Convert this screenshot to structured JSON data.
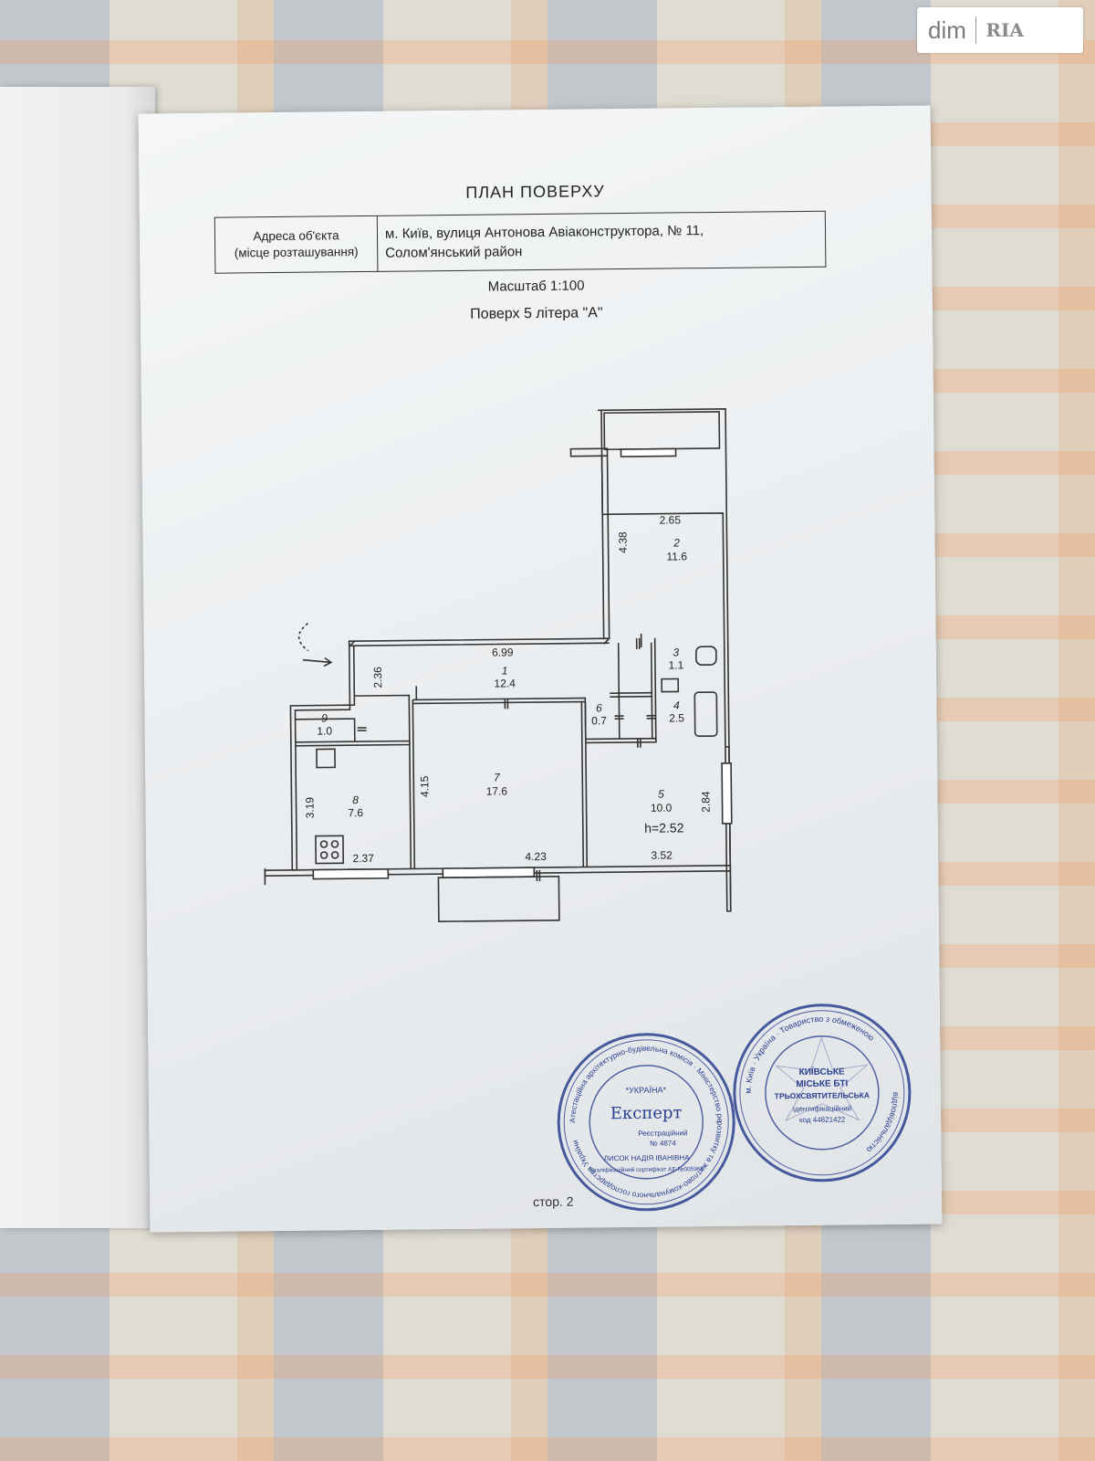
{
  "document": {
    "title": "ПЛАН  ПОВЕРХУ",
    "address_label_line1": "Адреса об'єкта",
    "address_label_line2": "(місце розташування)",
    "address_value_line1": "м. Київ, вулиця Антонова Авіаконструктора, № 11,",
    "address_value_line2": "Солом'янський район",
    "scale": "Масштаб 1:100",
    "floor": "Поверх 5 літера \"А\"",
    "page_number": "стор. 2"
  },
  "plan": {
    "rooms": [
      {
        "number": "1",
        "area": "12.4"
      },
      {
        "number": "2",
        "area": "11.6"
      },
      {
        "number": "3",
        "area": "1.1"
      },
      {
        "number": "4",
        "area": "2.5"
      },
      {
        "number": "5",
        "area": "10.0"
      },
      {
        "number": "6",
        "area": "0.7"
      },
      {
        "number": "7",
        "area": "17.6"
      },
      {
        "number": "8",
        "area": "7.6"
      },
      {
        "number": "9",
        "area": "1.0"
      }
    ],
    "dimensions": {
      "d265": "2.65",
      "d438": "4.38",
      "d699": "6.99",
      "d236": "2.36",
      "d415": "4.15",
      "d319": "3.19",
      "d237": "2.37",
      "d423": "4.23",
      "d352": "3.52",
      "d284": "2.84"
    },
    "ceiling_height": "h=2.52"
  },
  "stamps": {
    "expert": {
      "top_arc": "Атестаційна архітектурно-будівельна комісія · Міністерство регіонального",
      "bottom_arc": "розвитку та житлово-комунального господарства України",
      "country": "*УКРАЇНА*",
      "title": "Експерт",
      "reg_line1": "Реєстраційний",
      "reg_line2": "№ 4874",
      "name": "ЛИСОК НАДІЯ ІВАНІВНА",
      "cert": "Кваліфікаційний сертифікат АЕ №005960"
    },
    "bti": {
      "top_arc": "м. Київ · Україна · Товариство з обмеженою",
      "bottom_arc": "відповідальністю",
      "line1": "КИЇВСЬКЕ",
      "line2": "МІСЬКЕ БТІ",
      "line3": "ТРЬОХСВЯТИТЕЛЬСЬКА",
      "line4": "ідентифікаційний",
      "line5": "код 44821422"
    },
    "color": "#2a3f8f"
  },
  "watermark": {
    "left": "dim",
    "right": "RIA"
  }
}
